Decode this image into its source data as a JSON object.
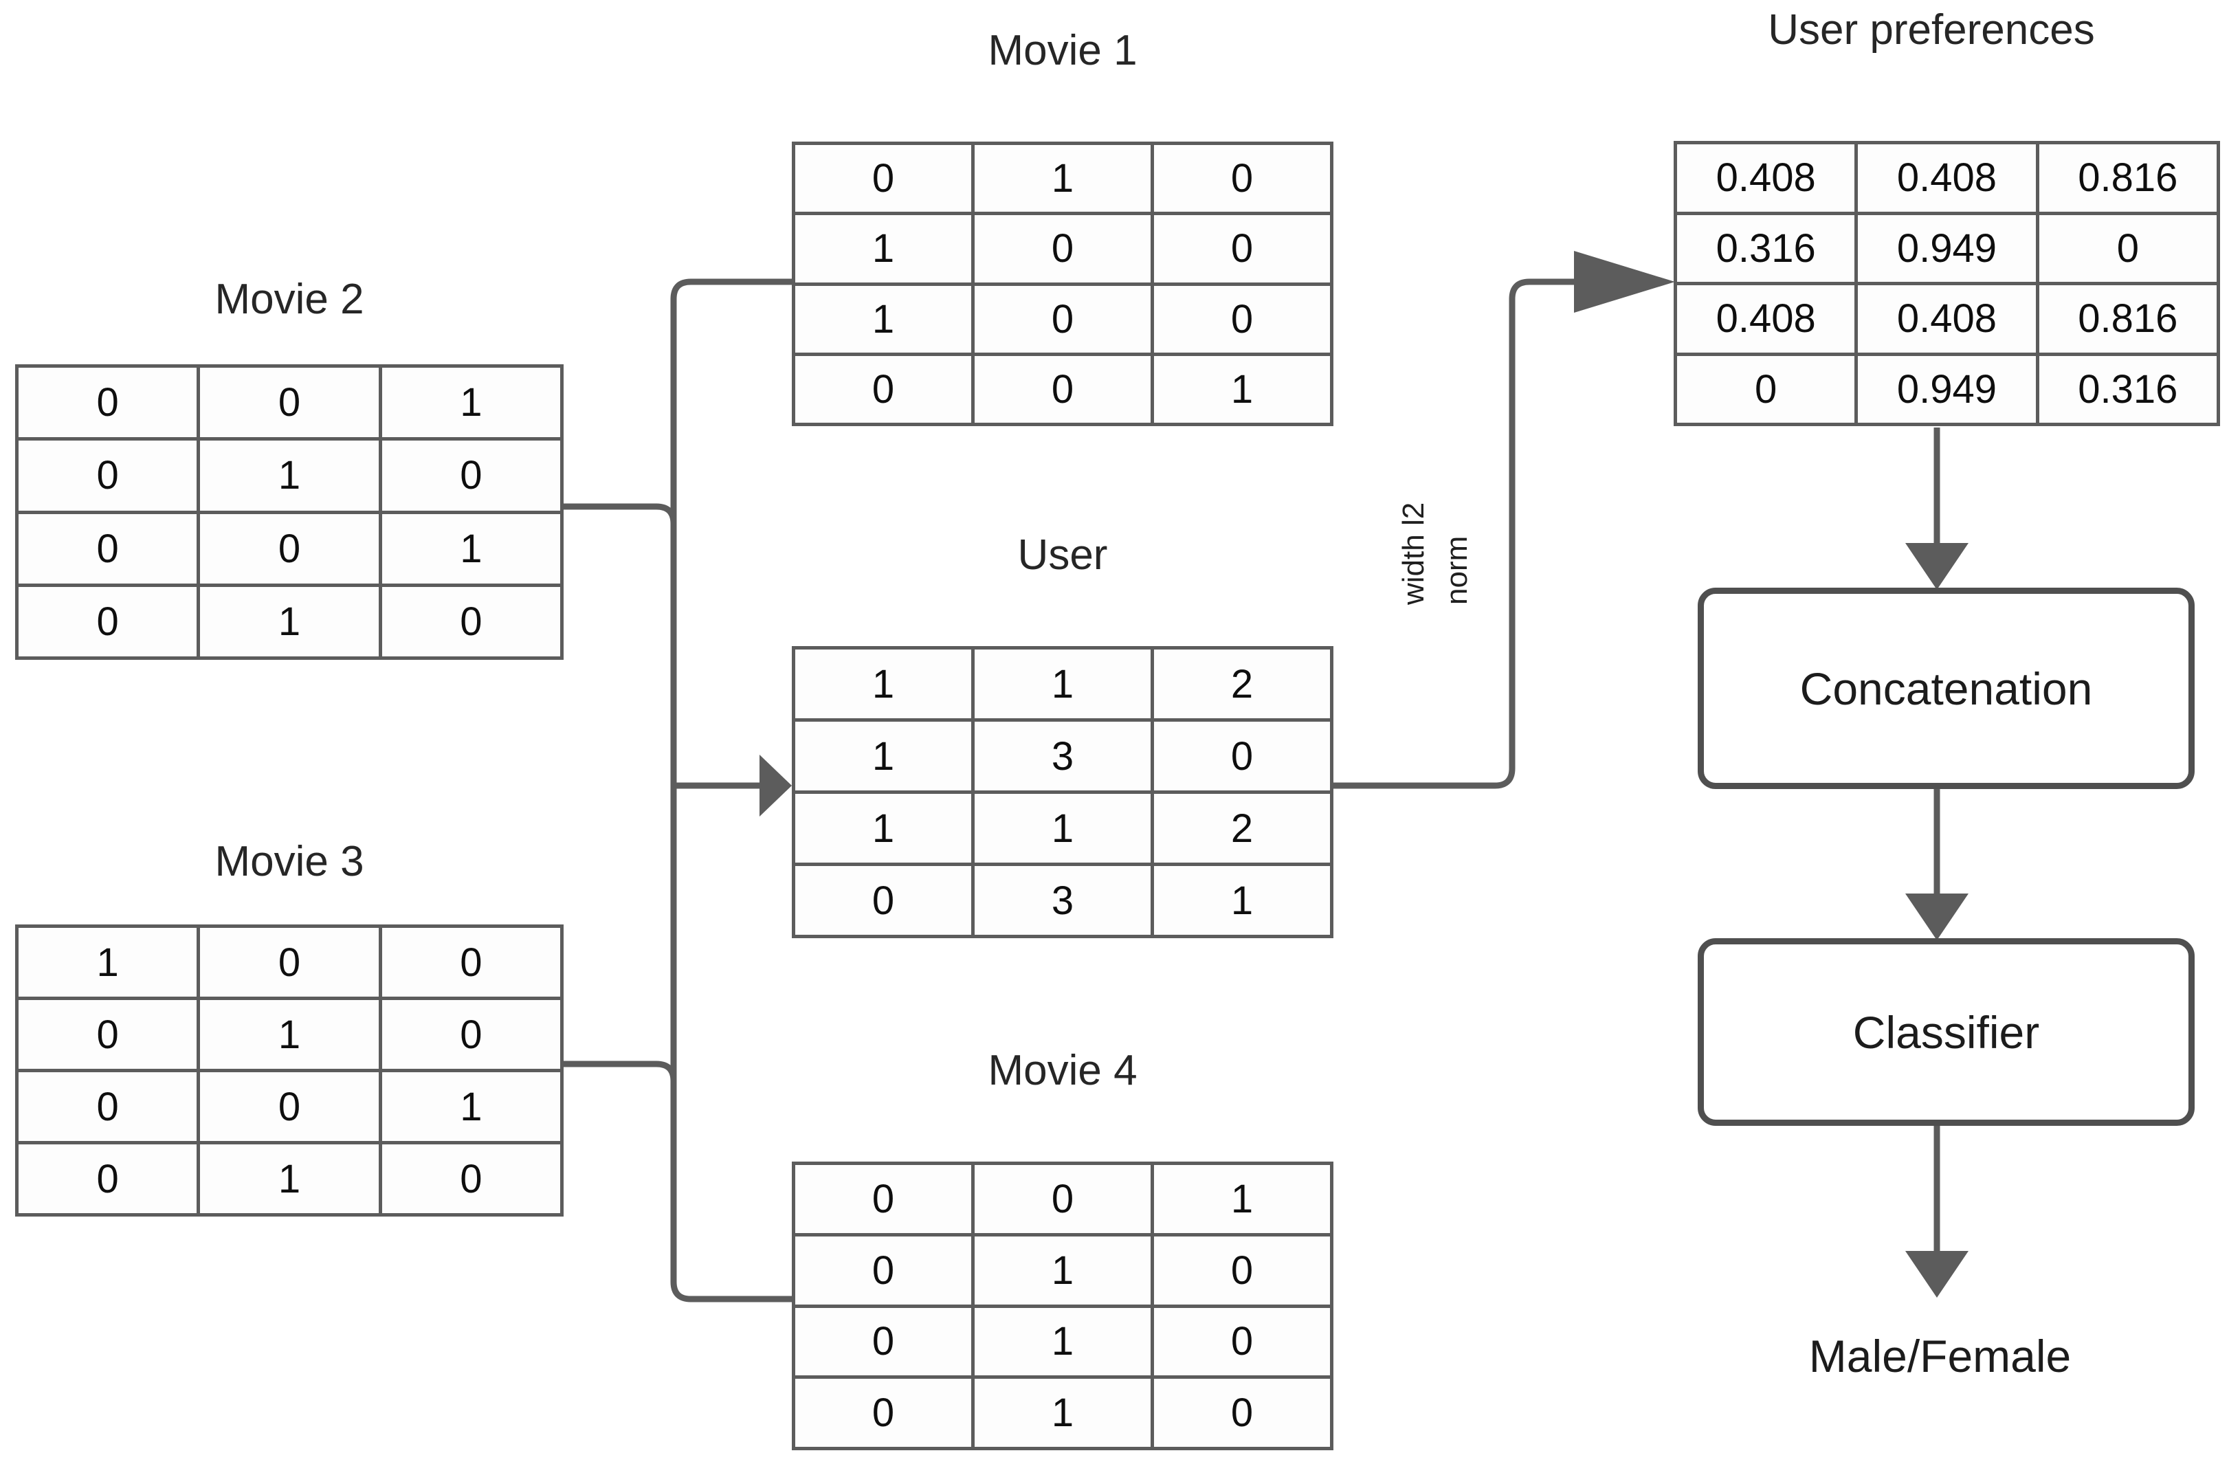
{
  "diagram": {
    "title_movie1": "Movie 1",
    "title_movie2": "Movie 2",
    "title_movie3": "Movie 3",
    "title_movie4": "Movie 4",
    "title_user": "User",
    "title_user_preferences": "User preferences",
    "edge_label_line1": "width l2",
    "edge_label_line2": "norm",
    "box_concatenation": "Concatenation",
    "box_classifier": "Classifier",
    "output_label": "Male/Female",
    "colors": {
      "stroke": "#5c5c5c",
      "box_stroke": "#4f4f4f",
      "text": "#1c1c1c",
      "background": "#ffffff"
    }
  },
  "chart_data": {
    "type": "table",
    "title": "Movie/user one-hot feature matrices feeding a gender classifier",
    "tables": [
      {
        "name": "Movie 1",
        "rows": [
          [
            "0",
            "1",
            "0"
          ],
          [
            "1",
            "0",
            "0"
          ],
          [
            "1",
            "0",
            "0"
          ],
          [
            "0",
            "0",
            "1"
          ]
        ]
      },
      {
        "name": "Movie 2",
        "rows": [
          [
            "0",
            "0",
            "1"
          ],
          [
            "0",
            "1",
            "0"
          ],
          [
            "0",
            "0",
            "1"
          ],
          [
            "0",
            "1",
            "0"
          ]
        ]
      },
      {
        "name": "Movie 3",
        "rows": [
          [
            "1",
            "0",
            "0"
          ],
          [
            "0",
            "1",
            "0"
          ],
          [
            "0",
            "0",
            "1"
          ],
          [
            "0",
            "1",
            "0"
          ]
        ]
      },
      {
        "name": "Movie 4",
        "rows": [
          [
            "0",
            "0",
            "1"
          ],
          [
            "0",
            "1",
            "0"
          ],
          [
            "0",
            "1",
            "0"
          ],
          [
            "0",
            "1",
            "0"
          ]
        ]
      },
      {
        "name": "User",
        "rows": [
          [
            "1",
            "1",
            "2"
          ],
          [
            "1",
            "3",
            "0"
          ],
          [
            "1",
            "1",
            "2"
          ],
          [
            "0",
            "3",
            "1"
          ]
        ]
      },
      {
        "name": "User preferences",
        "rows": [
          [
            "0.408",
            "0.408",
            "0.816"
          ],
          [
            "0.316",
            "0.949",
            "0"
          ],
          [
            "0.408",
            "0.408",
            "0.816"
          ],
          [
            "0",
            "0.949",
            "0.316"
          ]
        ]
      }
    ],
    "flow": [
      {
        "from": "Movie 2",
        "to": "User"
      },
      {
        "from": "Movie 1",
        "to": "User"
      },
      {
        "from": "Movie 3",
        "to": "User"
      },
      {
        "from": "Movie 4",
        "to": "User"
      },
      {
        "from": "User",
        "to": "User preferences",
        "label": "width l2 norm"
      },
      {
        "from": "User preferences",
        "to": "Concatenation"
      },
      {
        "from": "Concatenation",
        "to": "Classifier"
      },
      {
        "from": "Classifier",
        "to": "Male/Female"
      }
    ]
  }
}
